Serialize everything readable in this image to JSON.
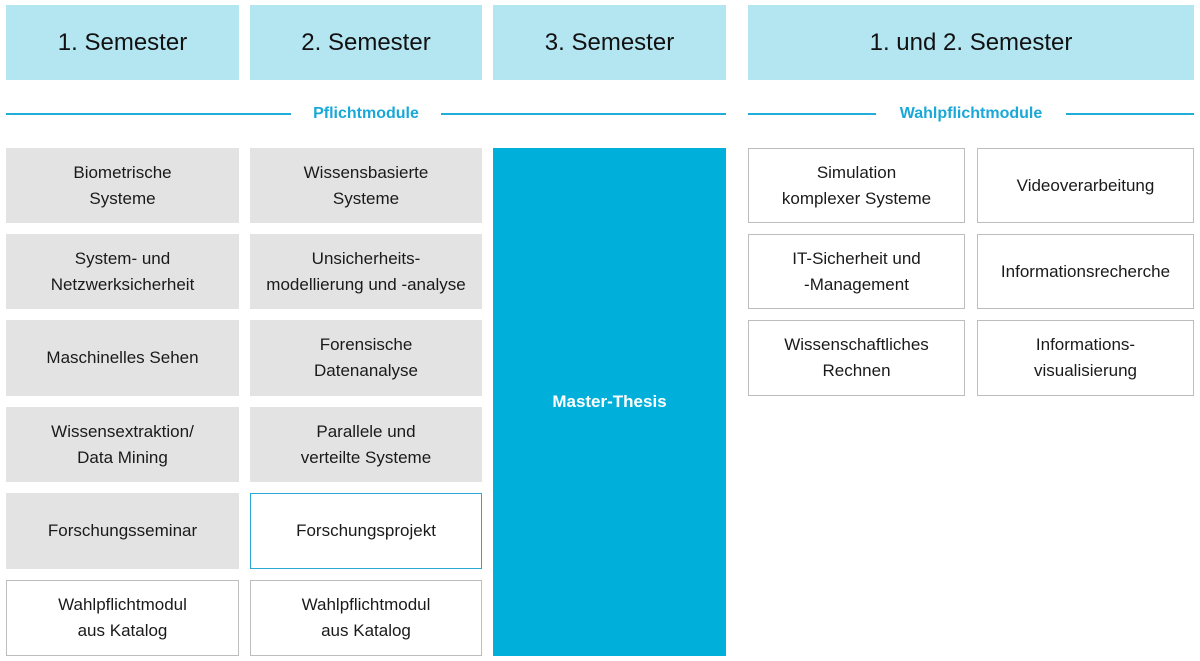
{
  "headers": [
    "1. Semester",
    "2. Semester",
    "3. Semester",
    "1. und 2. Semester"
  ],
  "sections": {
    "pflicht": "Pflichtmodule",
    "wahlpflicht": "Wahlpflichtmodule"
  },
  "semester1": [
    "Biometrische\nSysteme",
    "System- und\nNetzwerksicherheit",
    "Maschinelles Sehen",
    "Wissensextraktion/\nData Mining",
    "Forschungsseminar",
    "Wahlpflichtmodul\naus Katalog"
  ],
  "semester2": [
    "Wissensbasierte\nSysteme",
    "Unsicherheits-\nmodellierung und -analyse",
    "Forensische\nDatenanalyse",
    "Parallele und\nverteilte Systeme",
    "Forschungsprojekt",
    "Wahlpflichtmodul\naus Katalog"
  ],
  "semester3": "Master-Thesis",
  "electives": [
    "Simulation\nkomplexer Systeme",
    "Videoverarbeitung",
    "IT-Sicherheit und\n-Management",
    "Informationsrecherche",
    "Wissenschaftliches\nRechnen",
    "Informations-\nvisualisierung"
  ],
  "colors": {
    "header_bg": "#b4e6f2",
    "accent": "#00b0da",
    "mandatory_bg": "#e3e3e3",
    "border": "#bdbdbd"
  }
}
